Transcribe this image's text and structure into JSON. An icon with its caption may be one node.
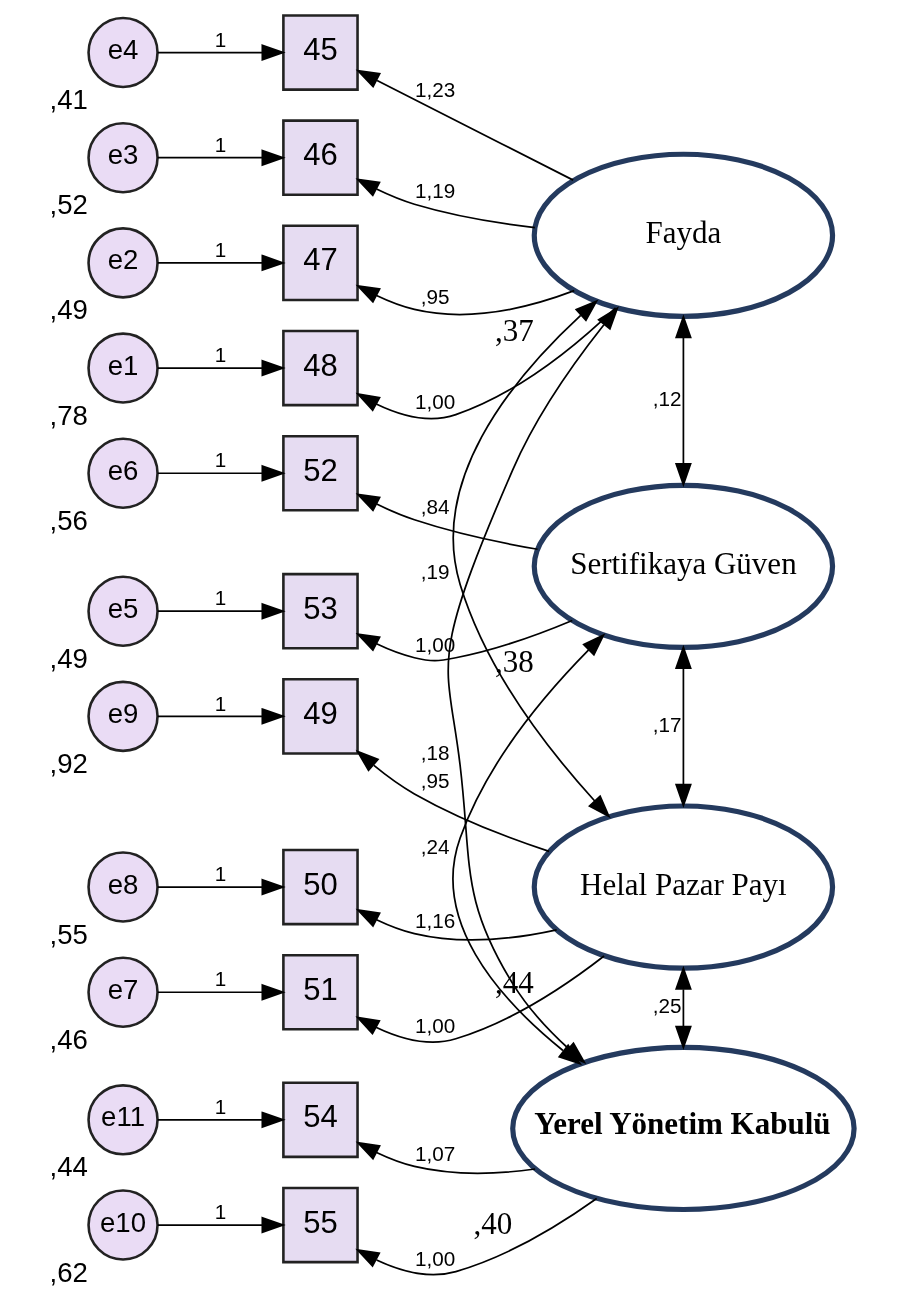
{
  "diagram": {
    "nodes": [
      {
        "text": [
          "e4"
        ],
        "beside": [
          ",41"
        ]
      },
      {
        "text": [
          "45"
        ]
      },
      {
        "text": [
          "e3"
        ],
        "beside": [
          ",52"
        ]
      },
      {
        "text": [
          "46"
        ]
      },
      {
        "text": [
          "e2"
        ],
        "beside": [
          ",49"
        ]
      },
      {
        "text": [
          "47"
        ]
      },
      {
        "text": [
          "e1"
        ],
        "beside": [
          ",78"
        ]
      },
      {
        "text": [
          "48"
        ]
      },
      {
        "text": [
          "Fayda"
        ],
        "beside": [
          ",37"
        ]
      },
      {
        "text": [
          "e6"
        ],
        "beside": [
          ",56"
        ]
      },
      {
        "text": [
          "52"
        ]
      },
      {
        "text": [
          "e5"
        ],
        "beside": [
          ",49"
        ]
      },
      {
        "text": [
          "53"
        ]
      },
      {
        "text": [
          "Sertifikaya Güven"
        ],
        "beside": [
          ",38"
        ]
      },
      {
        "text": [
          "e9"
        ],
        "beside": [
          ",92"
        ]
      },
      {
        "text": [
          "49"
        ]
      },
      {
        "text": [
          "e8"
        ],
        "beside": [
          ",55"
        ]
      },
      {
        "text": [
          "50"
        ]
      },
      {
        "text": [
          "e7"
        ],
        "beside": [
          ",46"
        ]
      },
      {
        "text": [
          "51"
        ]
      },
      {
        "text": [
          "Helal Pazar Payı"
        ],
        "beside": [
          ",44"
        ]
      },
      {
        "text": [
          "e11"
        ],
        "beside": [
          ",44"
        ]
      },
      {
        "text": [
          "54"
        ]
      },
      {
        "text": [
          "e10"
        ],
        "beside": [
          ",62"
        ]
      },
      {
        "text": [
          "55"
        ]
      },
      {
        "text": [
          "Yerel Yönetim Kabulü"
        ],
        "beside": [
          ",40"
        ]
      }
    ],
    "edges": [
      {
        "from": 0,
        "to": 1,
        "arrow": "to",
        "label": "1"
      },
      {
        "from": 2,
        "to": 3,
        "arrow": "to",
        "label": "1"
      },
      {
        "from": 4,
        "to": 5,
        "arrow": "to",
        "label": "1"
      },
      {
        "from": 6,
        "to": 7,
        "arrow": "to",
        "label": "1"
      },
      {
        "from": 8,
        "to": 1,
        "arrow": "to",
        "label": "1,23"
      },
      {
        "from": 8,
        "to": 3,
        "arrow": "to",
        "label": "1,19"
      },
      {
        "from": 8,
        "to": 5,
        "arrow": "to",
        "label": ",95"
      },
      {
        "from": 8,
        "to": 7,
        "arrow": "to",
        "label": "1,00"
      },
      {
        "from": 9,
        "to": 10,
        "arrow": "to",
        "label": "1"
      },
      {
        "from": 11,
        "to": 12,
        "arrow": "to",
        "label": "1"
      },
      {
        "from": 13,
        "to": 10,
        "arrow": "to",
        "label": ",84"
      },
      {
        "from": 13,
        "to": 12,
        "arrow": "to",
        "label": "1,00"
      },
      {
        "from": 14,
        "to": 15,
        "arrow": "to",
        "label": "1"
      },
      {
        "from": 16,
        "to": 17,
        "arrow": "to",
        "label": "1"
      },
      {
        "from": 18,
        "to": 19,
        "arrow": "to",
        "label": "1"
      },
      {
        "from": 20,
        "to": 15,
        "arrow": "to",
        "label": ",95"
      },
      {
        "from": 20,
        "to": 17,
        "arrow": "to",
        "label": "1,16"
      },
      {
        "from": 20,
        "to": 19,
        "arrow": "to",
        "label": "1,00"
      },
      {
        "from": 21,
        "to": 22,
        "arrow": "to",
        "label": "1"
      },
      {
        "from": 23,
        "to": 24,
        "arrow": "to",
        "label": "1"
      },
      {
        "from": 25,
        "to": 22,
        "arrow": "to",
        "label": "1,07"
      },
      {
        "from": 25,
        "to": 24,
        "arrow": "to",
        "label": "1,00"
      },
      {
        "from": 8,
        "to": 13,
        "arrow": "both",
        "label": ",12"
      },
      {
        "from": 8,
        "to": 20,
        "arrow": "both",
        "label": ",19"
      },
      {
        "from": 8,
        "to": 25,
        "arrow": "both",
        "label": ",18"
      },
      {
        "from": 13,
        "to": 20,
        "arrow": "both",
        "label": ",17"
      },
      {
        "from": 13,
        "to": 25,
        "arrow": "both",
        "label": ",24"
      },
      {
        "from": 20,
        "to": 25,
        "arrow": "both",
        "label": ",25"
      }
    ]
  }
}
